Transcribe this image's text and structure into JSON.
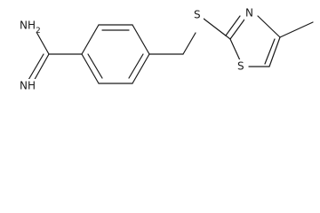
{
  "structure": {
    "atoms": {
      "amidine_imine": "NH",
      "amidine_amine": "NH2",
      "thioether_sulfur": "S",
      "thiazole_nitrogen": "N",
      "thiazole_sulfur": "S"
    }
  },
  "colors": {
    "bond": "#1a1a1a",
    "background": "#ffffff"
  }
}
